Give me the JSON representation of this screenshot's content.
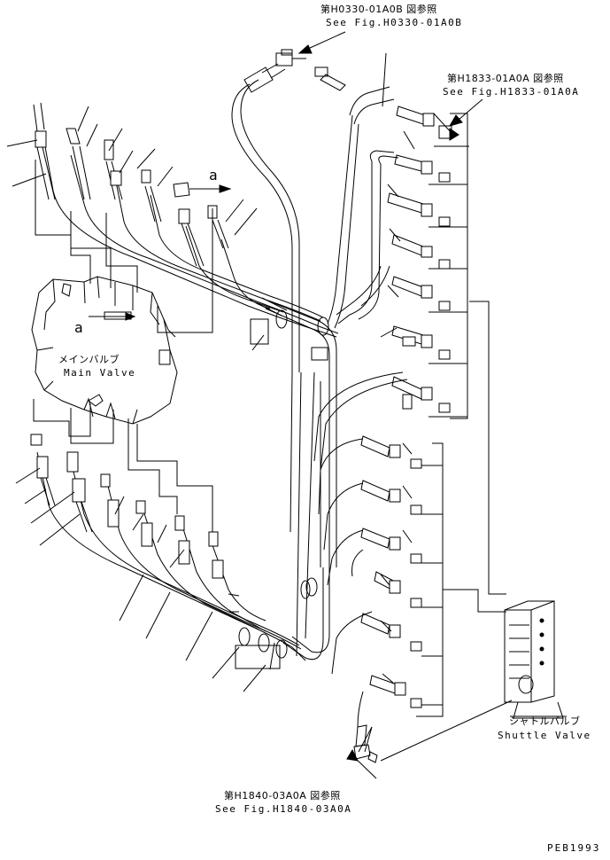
{
  "labels": {
    "ref_top_jp": "第H0330-01A0B 図参照",
    "ref_top_en": "See Fig.H0330-01A0B",
    "ref_right_jp": "第H1833-01A0A 図参照",
    "ref_right_en": "See Fig.H1833-01A0A",
    "ref_bottom_jp": "第H1840-03A0A 図参照",
    "ref_bottom_en": "See Fig.H1840-03A0A",
    "main_valve_jp": "メインバルブ",
    "main_valve_en": "Main Valve",
    "shuttle_valve_jp": "シャトルバルブ",
    "shuttle_valve_en": "Shuttle Valve",
    "view_a_top": "a",
    "view_a_valve": "a",
    "drawing_code": "PEB1993"
  }
}
